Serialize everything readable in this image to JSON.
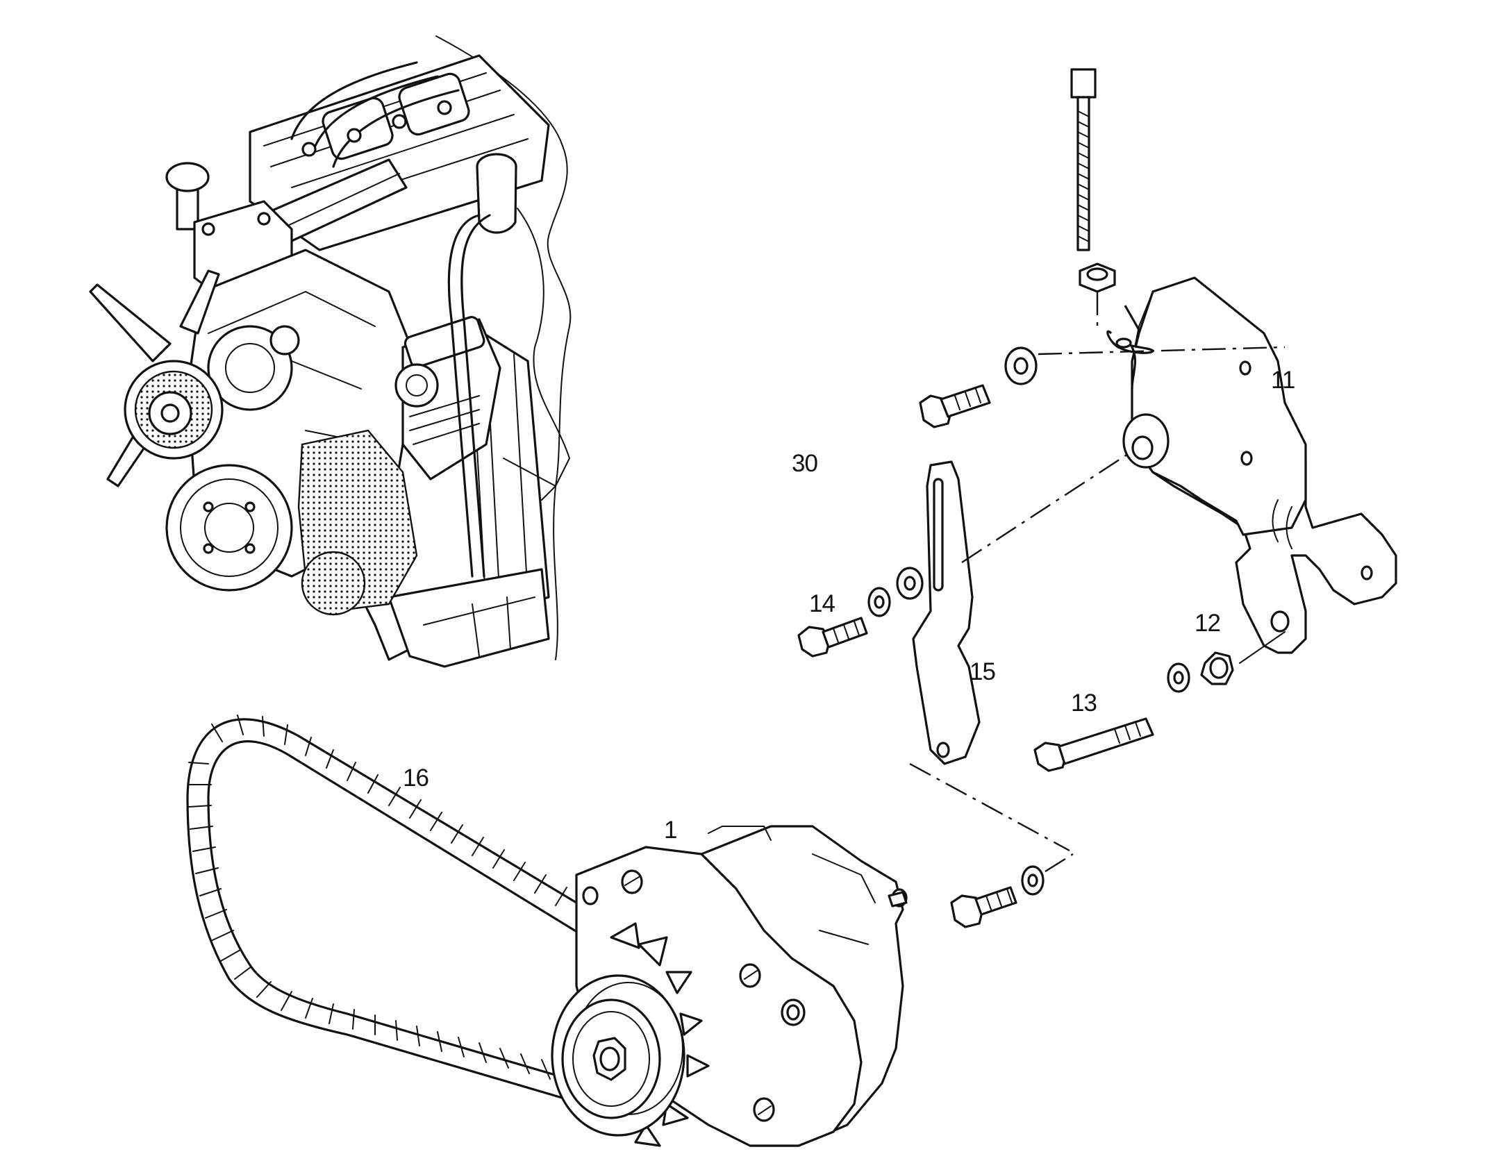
{
  "diagram": {
    "callouts": [
      {
        "id": "1",
        "text": "1"
      },
      {
        "id": "11",
        "text": "11"
      },
      {
        "id": "12",
        "text": "12"
      },
      {
        "id": "13",
        "text": "13"
      },
      {
        "id": "14",
        "text": "14"
      },
      {
        "id": "15",
        "text": "15"
      },
      {
        "id": "16",
        "text": "16"
      },
      {
        "id": "30",
        "text": "30"
      }
    ]
  }
}
